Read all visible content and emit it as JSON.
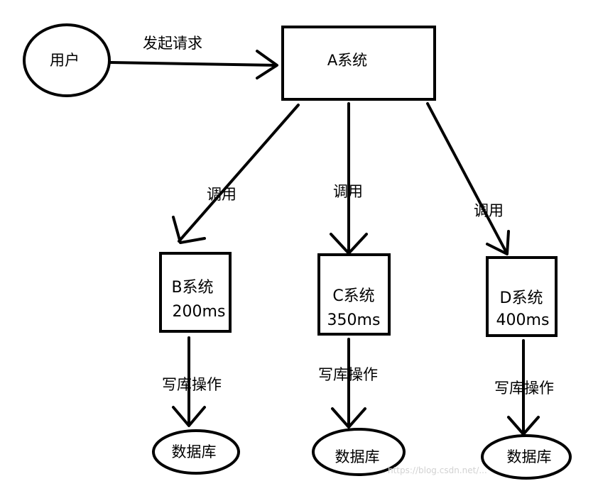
{
  "nodes": {
    "user": {
      "label": "用户"
    },
    "system_a": {
      "label": "A系统"
    },
    "system_b": {
      "label": "B系统",
      "latency": "200ms"
    },
    "system_c": {
      "label": "C系统",
      "latency": "350ms"
    },
    "system_d": {
      "label": "D系统",
      "latency": "400ms"
    },
    "db_b": {
      "label": "数据库"
    },
    "db_c": {
      "label": "数据库"
    },
    "db_d": {
      "label": "数据库"
    }
  },
  "edges": {
    "request": {
      "label": "发起请求"
    },
    "call_b": {
      "label": "调用"
    },
    "call_c": {
      "label": "调用"
    },
    "call_d": {
      "label": "调用"
    },
    "write_b": {
      "label": "写库操作"
    },
    "write_c": {
      "label": "写库操作"
    },
    "write_d": {
      "label": "写库操作"
    }
  },
  "watermark": "https://blog.csdn.net/..."
}
